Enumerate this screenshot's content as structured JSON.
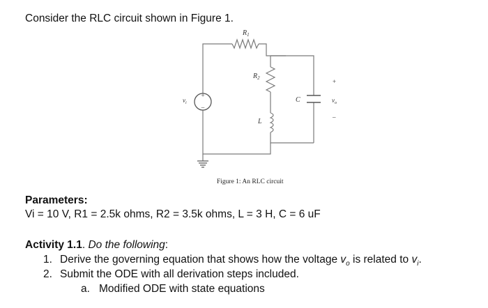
{
  "intro": "Consider the RLC circuit shown in Figure 1.",
  "figure": {
    "labels": {
      "r1": "R",
      "r1_sub": "1",
      "r2": "R",
      "r2_sub": "2",
      "c": "C",
      "l": "L",
      "vi": "v",
      "vi_sub": "i",
      "vo": "v",
      "vo_sub": "o",
      "plus": "+",
      "minus": "–",
      "source_plus": "+",
      "source_minus": "–"
    },
    "caption": "Figure 1:  An RLC circuit"
  },
  "parameters": {
    "heading": "Parameters:",
    "line": "Vi = 10 V, R1 = 2.5k ohms, R2 = 3.5k ohms, L = 3 H, C = 6 uF"
  },
  "activity": {
    "title": "Activity 1.1",
    "period": ".",
    "subtitle": " Do the following",
    "colon": ":",
    "items": [
      {
        "num": "1.",
        "text_before": "Derive the governing equation that shows how the voltage ",
        "v": "v",
        "o_sub": "o",
        "text_middle": " is related to ",
        "v2": "v",
        "i_sub": "i",
        "text_end": "."
      },
      {
        "num": "2.",
        "text": "Submit the ODE with all derivation steps included."
      }
    ],
    "subitems": [
      {
        "num": "a.",
        "text": "Modified ODE with state equations"
      }
    ]
  }
}
